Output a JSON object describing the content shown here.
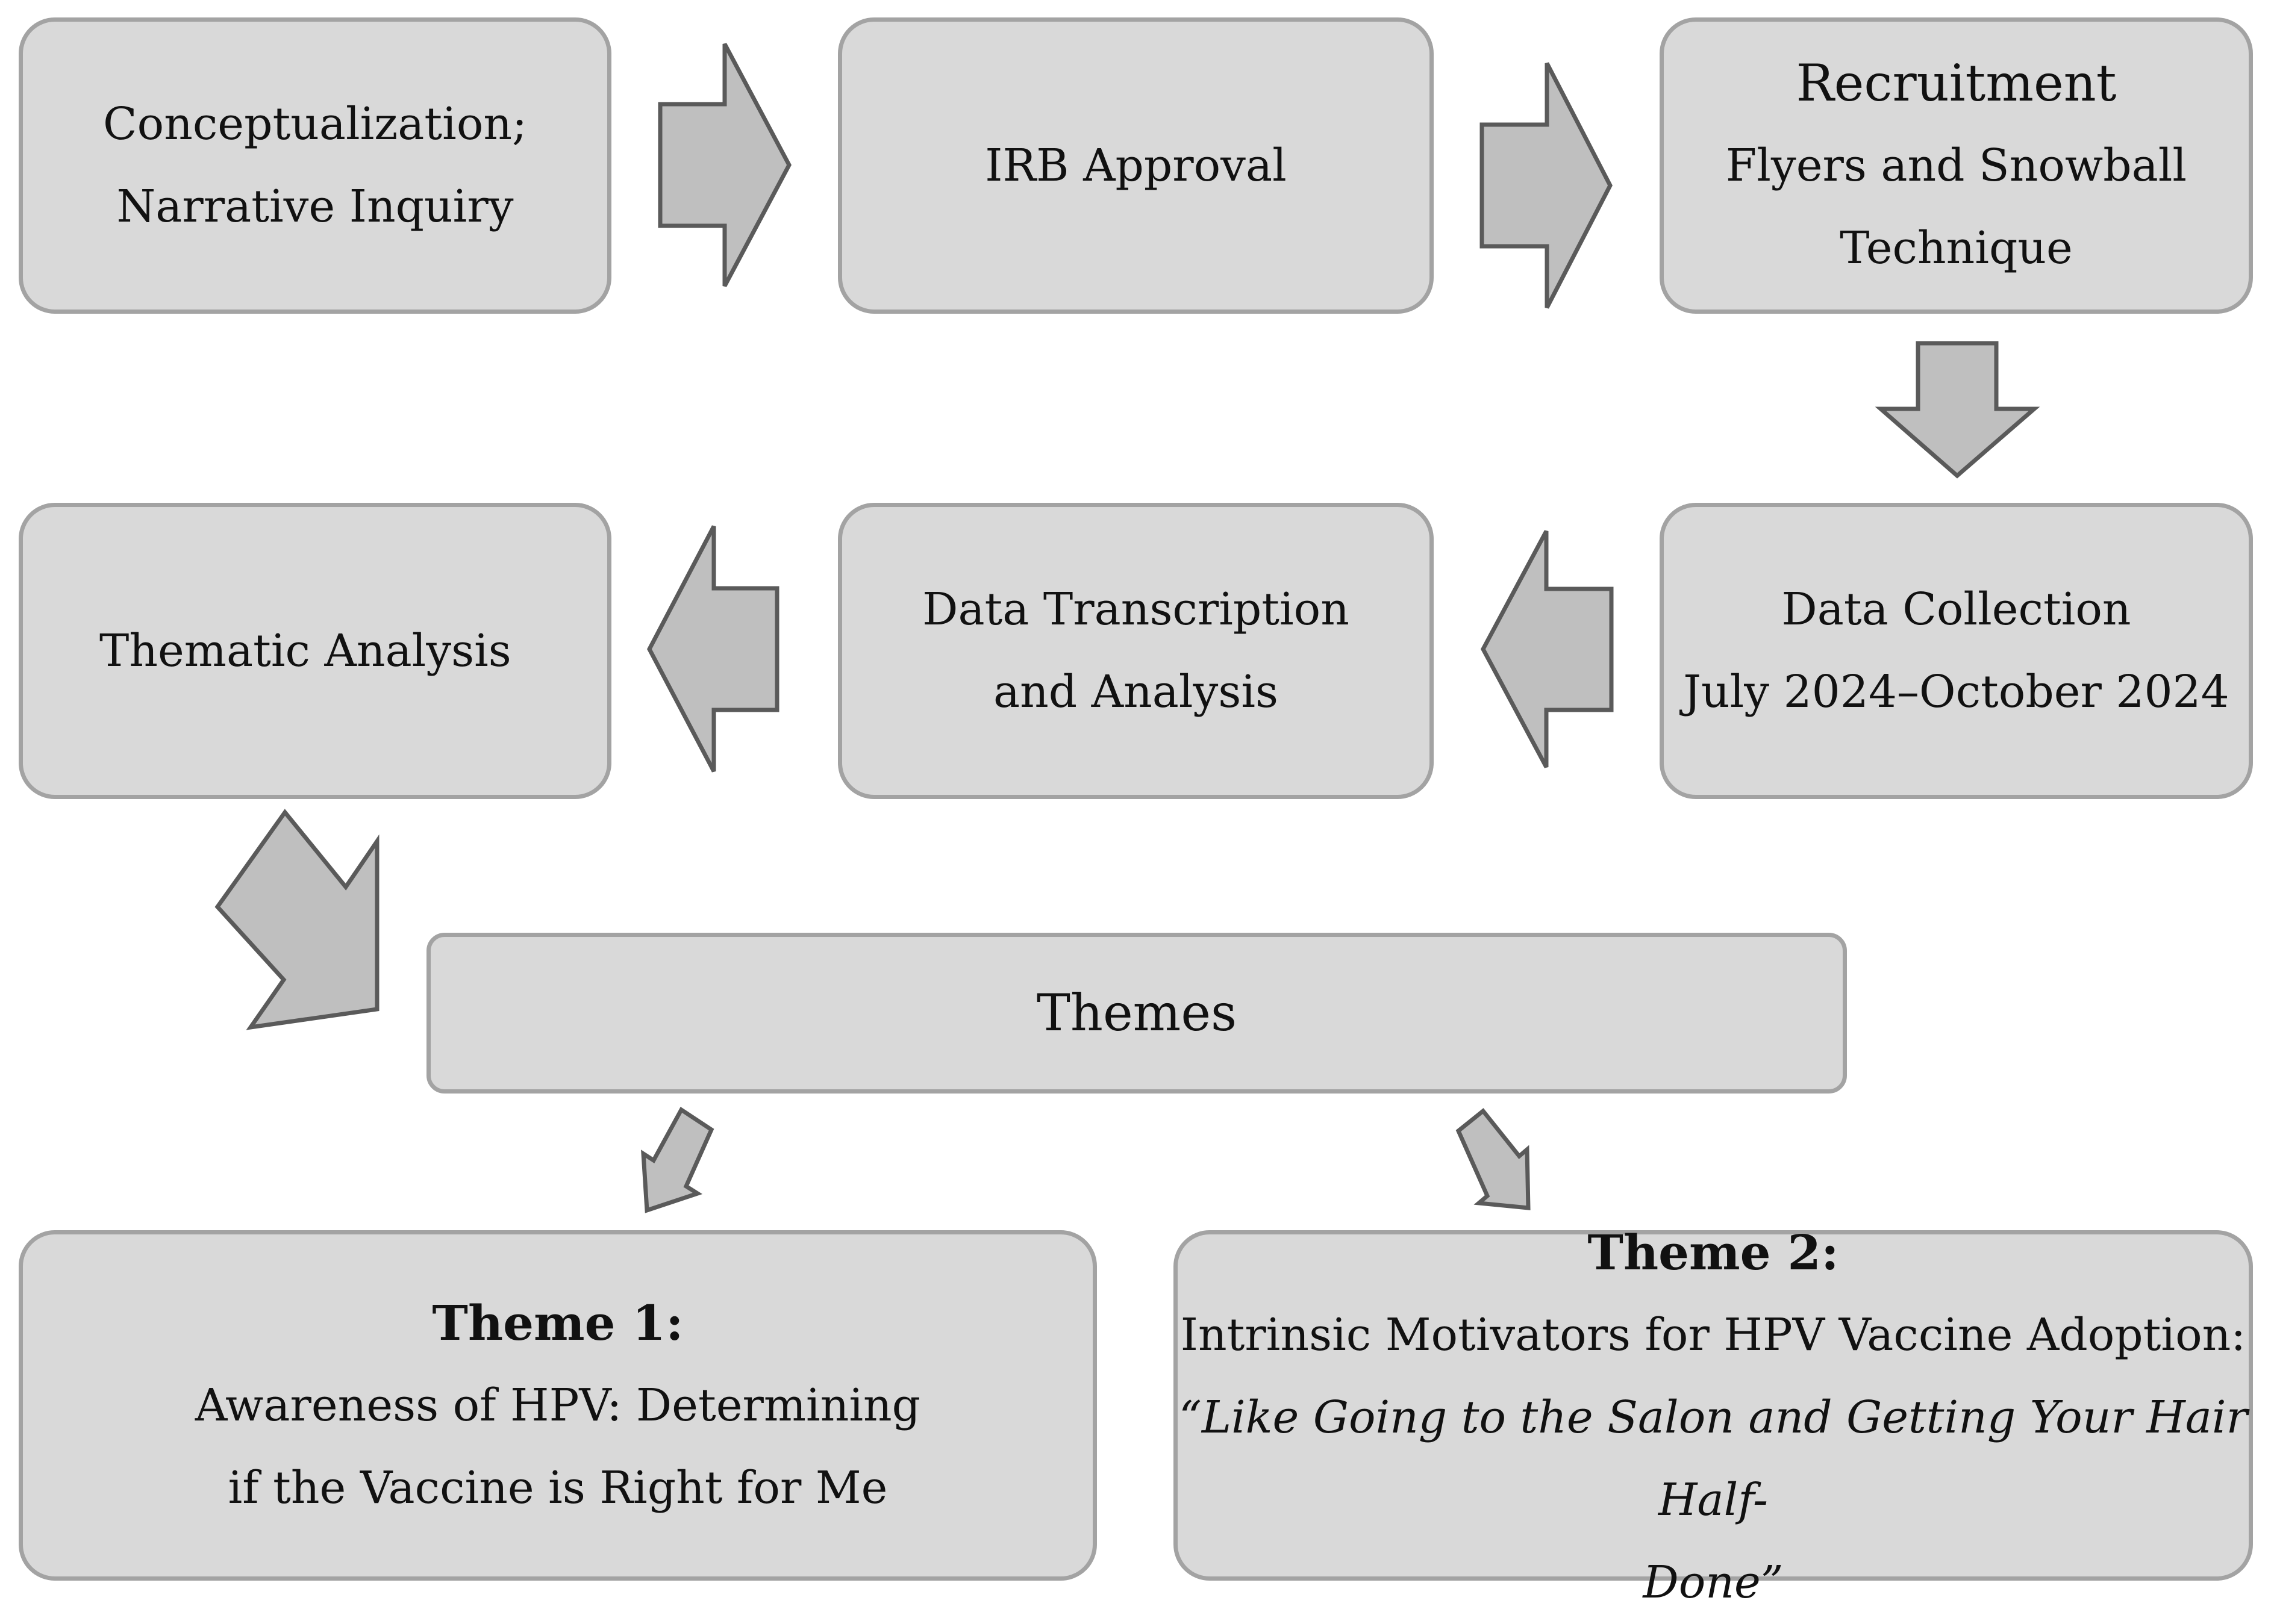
{
  "nodes": {
    "conceptualization": {
      "line1": "Conceptualization;",
      "line2": "Narrative Inquiry"
    },
    "irb": {
      "line1": "IRB Approval"
    },
    "recruitment": {
      "title": "Recruitment",
      "line1": "Flyers and Snowball",
      "line2": "Technique"
    },
    "data_collection": {
      "line1": "Data Collection",
      "line2": "July 2024–October 2024"
    },
    "transcription": {
      "line1": "Data Transcription",
      "line2": "and Analysis"
    },
    "thematic": {
      "line1": "Thematic Analysis"
    },
    "themes": {
      "line1": "Themes"
    },
    "theme1": {
      "title": "Theme 1:",
      "line1": "Awareness of HPV: Determining",
      "line2": "if the Vaccine is Right for Me"
    },
    "theme2": {
      "title": "Theme 2:",
      "line1": "Intrinsic Motivators for HPV Vaccine Adoption:",
      "line2": "“Like Going to the Salon and Getting Your Hair Half-",
      "line3": "Done”"
    }
  },
  "colors": {
    "box_fill": "#d9d9d9",
    "box_border": "#a3a3a3",
    "arrow_fill": "#bfbfbf",
    "arrow_stroke": "#5a5a5a"
  }
}
